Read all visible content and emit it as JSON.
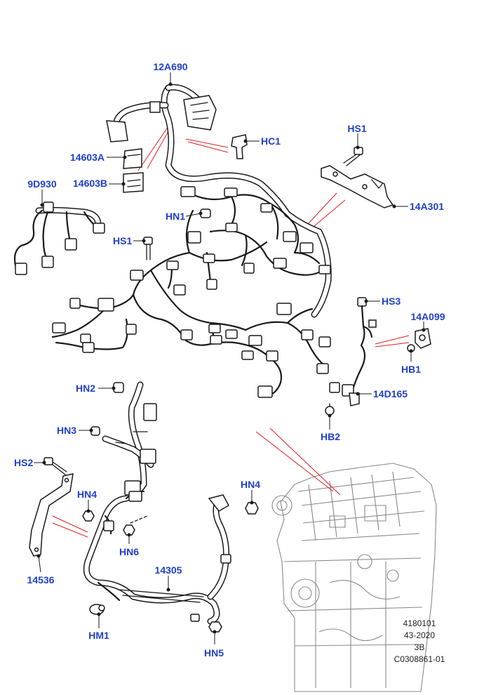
{
  "callouts": {
    "c12A690": "12A690",
    "cHC1": "HC1",
    "cHS1a": "HS1",
    "c14603A": "14603A",
    "c14603B": "14603B",
    "c9D930": "9D930",
    "cHN1": "HN1",
    "cHS1b": "HS1",
    "c14A301": "14A301",
    "cHS3": "HS3",
    "c14A099": "14A099",
    "cHB1": "HB1",
    "c14D165": "14D165",
    "cHB2": "HB2",
    "cHN2": "HN2",
    "cHN3": "HN3",
    "cHS2": "HS2",
    "cHN4a": "HN4",
    "cHN4b": "HN4",
    "cHN6": "HN6",
    "c14536": "14536",
    "c14305": "14305",
    "cHM1": "HM1",
    "cHN5": "HN5"
  },
  "footer": {
    "line1": "4180101",
    "line2": "43-2020",
    "line3": "3B",
    "line4": "C0308861-01"
  },
  "colors": {
    "callout": "#1f3fd0",
    "line_art": "#1a1a1a",
    "reference_lines": "#e02020",
    "engine_shade": "#8a8a8a"
  }
}
